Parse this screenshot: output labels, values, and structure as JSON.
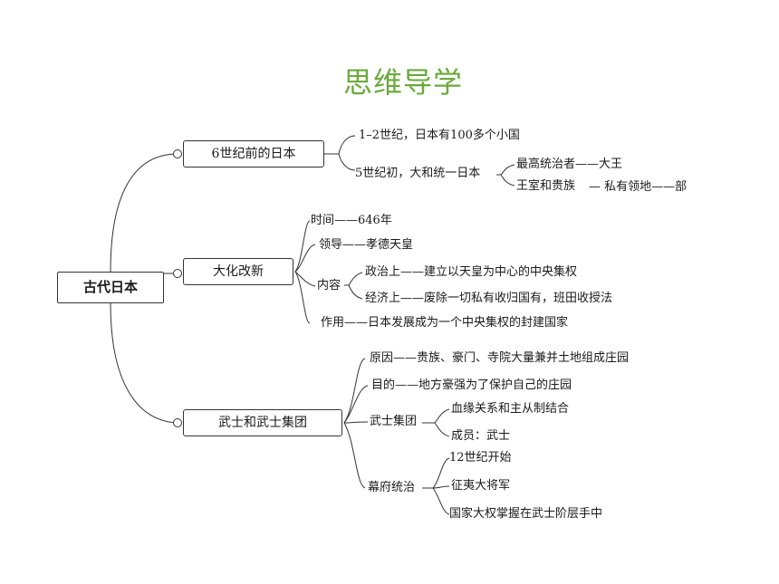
{
  "title": "思维导学",
  "root": "古代日本",
  "branches": [
    {
      "label": "6世纪前的日本",
      "items": [
        {
          "text": "1–2世纪，日本有100多个小国"
        },
        {
          "text": "5世纪初，大和统一日本",
          "children": [
            "最高统治者——大王",
            "王室和贵族",
            "— 私有领地——部"
          ]
        }
      ]
    },
    {
      "label": "大化改新",
      "items": [
        {
          "text": "时间——646年"
        },
        {
          "text": "领导——孝德天皇"
        },
        {
          "text": "内容",
          "children": [
            "政治上——建立以天皇为中心的中央集权",
            "经济上——废除一切私有收归国有，班田收授法"
          ]
        },
        {
          "text": "作用——日本发展成为一个中央集权的封建国家"
        }
      ]
    },
    {
      "label": "武士和武士集团",
      "items": [
        {
          "text": "原因——贵族、豪门、寺院大量兼并土地组成庄园"
        },
        {
          "text": "目的——地方豪强为了保护自己的庄园"
        },
        {
          "text": "武士集团",
          "children": [
            "血缘关系和主从制结合",
            "成员：武士"
          ]
        },
        {
          "text": "幕府统治",
          "children": [
            "12世纪开始",
            "征夷大将军",
            "国家大权掌握在武士阶层手中"
          ]
        }
      ]
    }
  ]
}
